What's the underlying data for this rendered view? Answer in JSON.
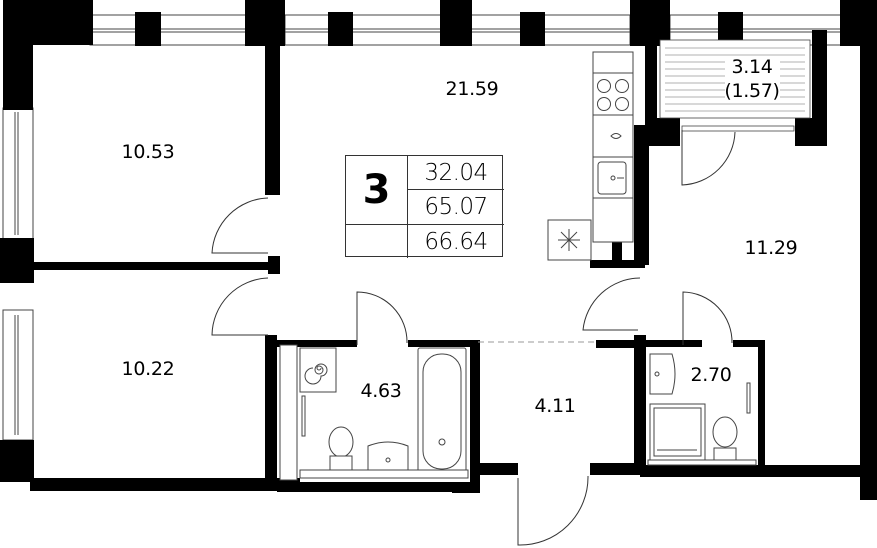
{
  "plan": {
    "type": "apartment-floor-plan",
    "summary": {
      "rooms_count": "3",
      "living_area": "32.04",
      "total_area": "65.07",
      "total_area_with_balcony": "66.64"
    },
    "rooms": [
      {
        "id": "bedroom-top-left",
        "area": "10.53"
      },
      {
        "id": "bedroom-bottom-left",
        "area": "10.22"
      },
      {
        "id": "kitchen-living",
        "area": "21.59"
      },
      {
        "id": "balcony",
        "area": "3.14",
        "reduced_area": "(1.57)"
      },
      {
        "id": "bedroom-right",
        "area": "11.29"
      },
      {
        "id": "bathroom",
        "area": "4.63"
      },
      {
        "id": "hallway",
        "area": "4.11"
      },
      {
        "id": "wc",
        "area": "2.70"
      }
    ],
    "colors": {
      "wall": "#000000",
      "line": "#333333",
      "background": "#ffffff",
      "dashed": "#999999"
    }
  }
}
